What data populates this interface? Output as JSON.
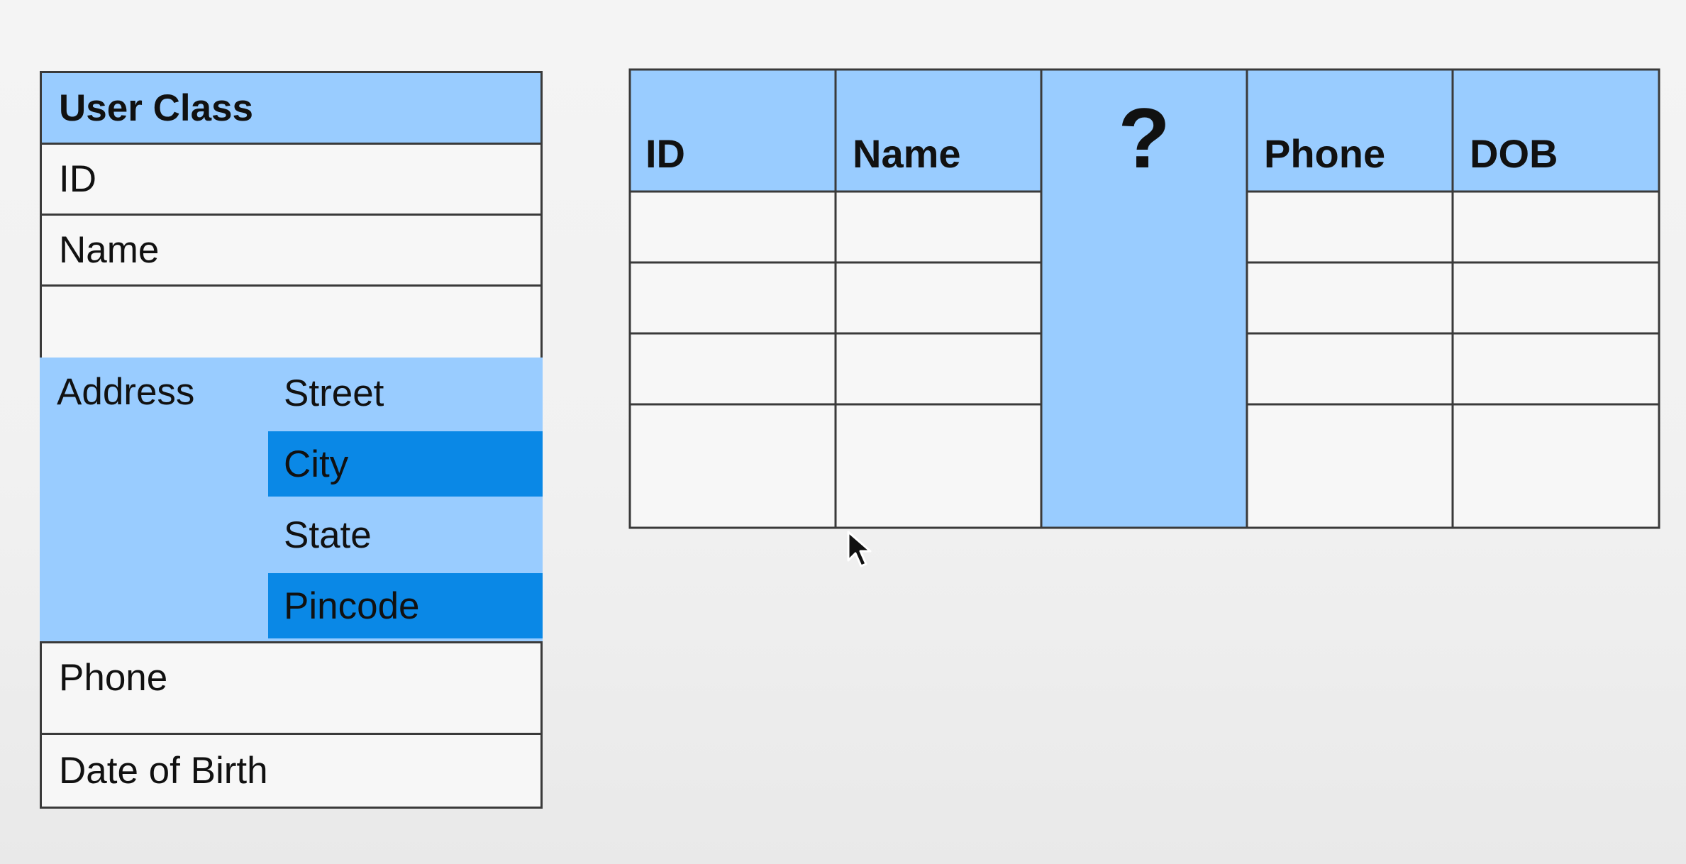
{
  "class_box": {
    "title": "User Class",
    "id": "ID",
    "name": "Name",
    "address": {
      "label": "Address",
      "fields": [
        {
          "label": "Street",
          "highlight": false
        },
        {
          "label": "City",
          "highlight": true
        },
        {
          "label": "State",
          "highlight": false
        },
        {
          "label": "Pincode",
          "highlight": true
        }
      ]
    },
    "phone": "Phone",
    "dob": "Date of Birth"
  },
  "table": {
    "headers": [
      "ID",
      "Name",
      "?",
      "Phone",
      "DOB"
    ],
    "empty_rows": 4
  },
  "colors": {
    "light_blue": "#99ccff",
    "dark_blue": "#0a88e6",
    "border": "#3a3a3a"
  }
}
